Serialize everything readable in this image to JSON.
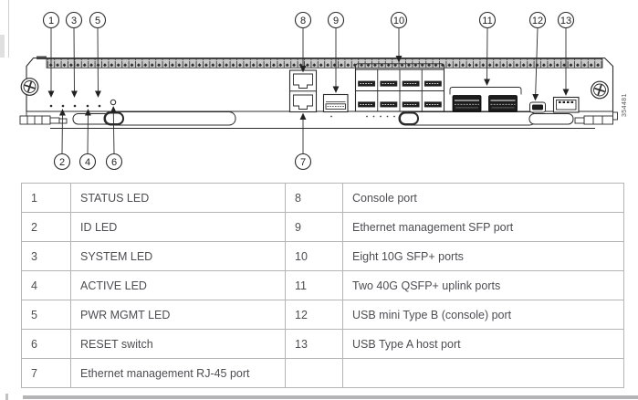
{
  "diagram": {
    "figure_code": "354481",
    "callouts": [
      "1",
      "2",
      "3",
      "4",
      "5",
      "6",
      "7",
      "8",
      "9",
      "10",
      "11",
      "12",
      "13"
    ],
    "colors": {
      "line": "#2b2b2b",
      "vent_fill": "#c9c9c9",
      "port_fill": "#1d1d1d",
      "table_border": "#b5b5b8",
      "table_text": "#4d4d52"
    }
  },
  "table": {
    "rows": [
      [
        "1",
        "STATUS LED",
        "8",
        "Console port"
      ],
      [
        "2",
        "ID LED",
        "9",
        "Ethernet management SFP port"
      ],
      [
        "3",
        "SYSTEM LED",
        "10",
        "Eight 10G SFP+ ports"
      ],
      [
        "4",
        "ACTIVE LED",
        "11",
        "Two 40G QSFP+ uplink ports"
      ],
      [
        "5",
        "PWR MGMT LED",
        "12",
        "USB mini Type B (console) port"
      ],
      [
        "6",
        "RESET switch",
        "13",
        "USB Type A host port"
      ],
      [
        "7",
        "Ethernet management RJ-45 port",
        "",
        ""
      ]
    ]
  }
}
